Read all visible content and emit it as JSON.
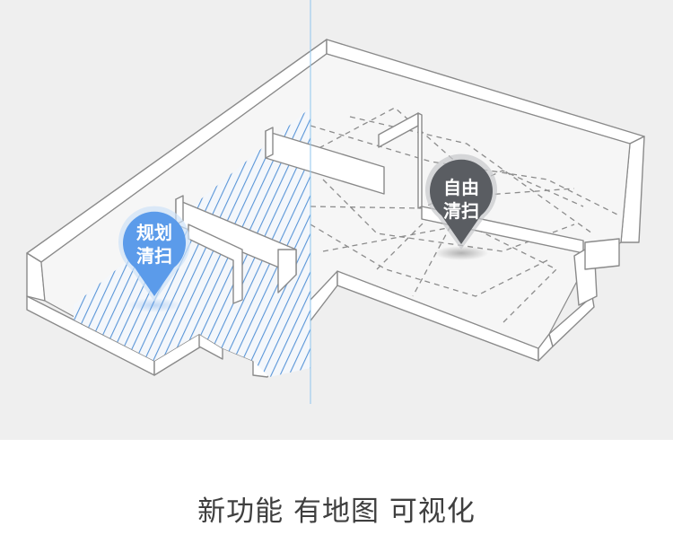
{
  "pins": {
    "planned": {
      "line1": "规划",
      "line2": "清扫",
      "color": "#5b9bea"
    },
    "free": {
      "line1": "自由",
      "line2": "清扫",
      "color": "#5a5d62"
    }
  },
  "caption": "新功能 有地图 可视化",
  "colors": {
    "background": "#efefef",
    "wall": "#ffffff",
    "wall_stroke": "#8a8a8a",
    "stripe": "#5a96d8",
    "dashed_path": "#8c8c8c",
    "divider": "#8fc6ee"
  }
}
